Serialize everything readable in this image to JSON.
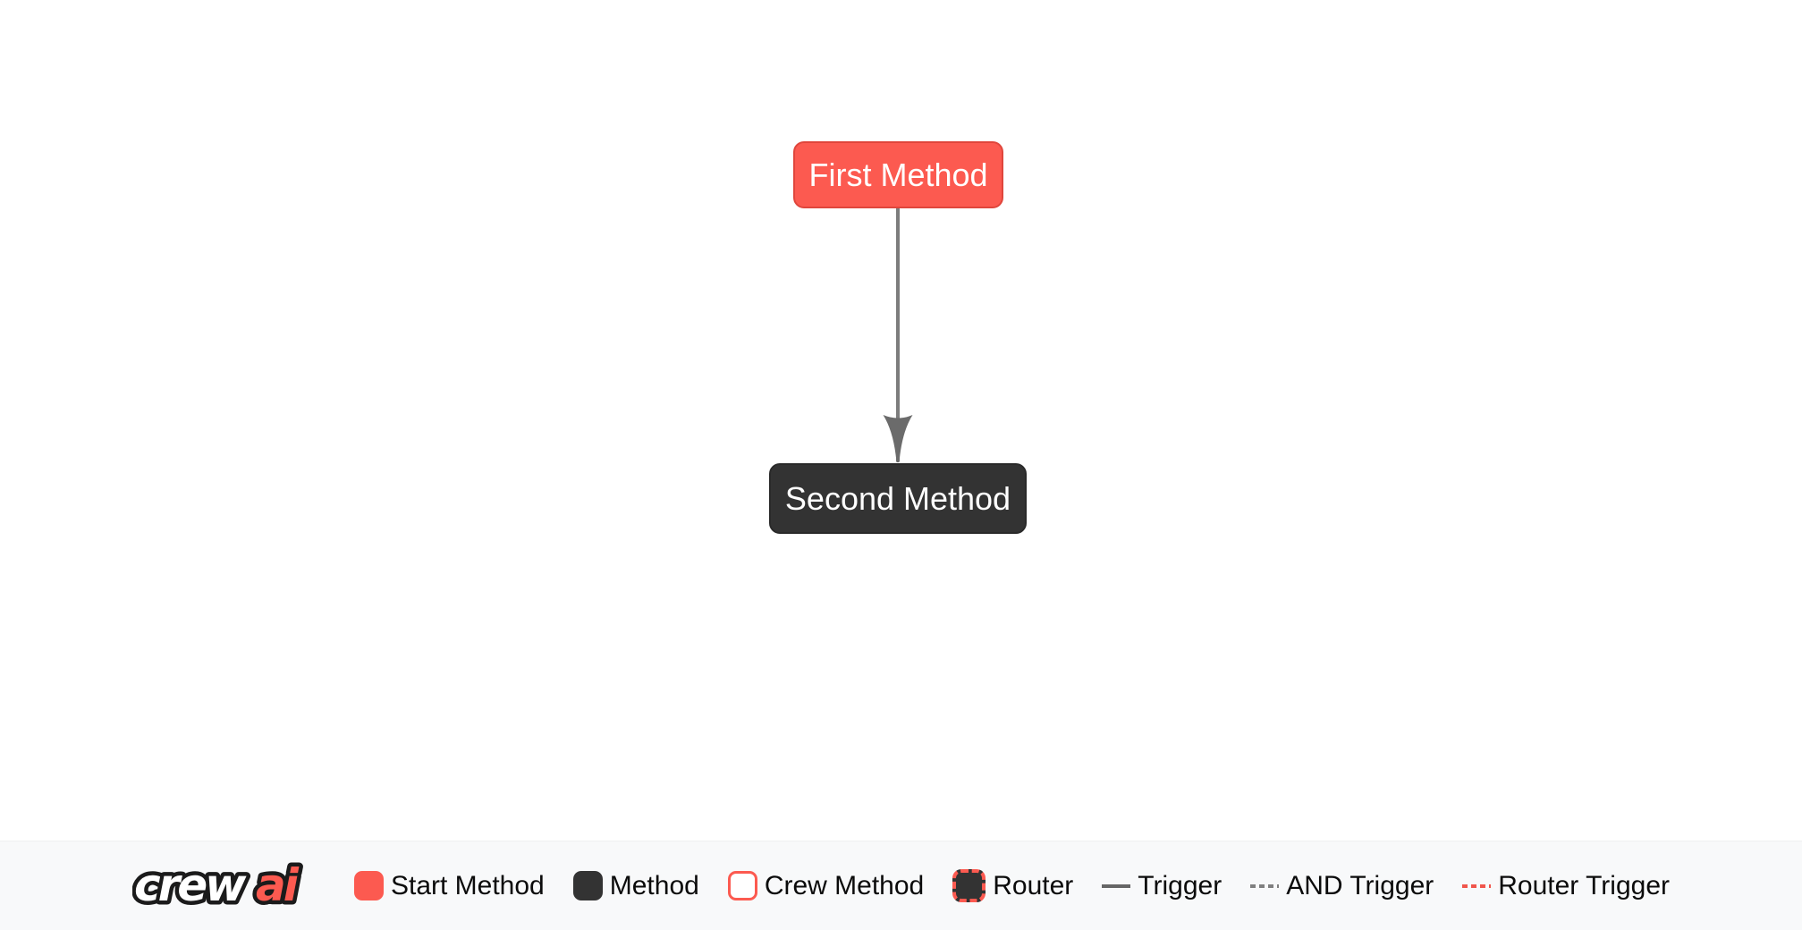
{
  "flow": {
    "nodes": [
      {
        "id": "first",
        "label": "First Method",
        "type": "start-method",
        "fill": "#FC5A50",
        "border": "#E0463C",
        "text_color": "#FFFFFF"
      },
      {
        "id": "second",
        "label": "Second Method",
        "type": "method",
        "fill": "#333333",
        "border": "#2A2A2A",
        "text_color": "#FFFFFF"
      }
    ],
    "edges": [
      {
        "from": "first",
        "to": "second",
        "type": "trigger",
        "line_color": "#7D7D7D",
        "arrow_color": "#6B6B6B"
      }
    ]
  },
  "legend": {
    "logo": {
      "part_crew": "crew",
      "part_ai": "ai",
      "crew_color": "#FFFFFF",
      "ai_color": "#FC5A50",
      "outline_color": "#1B1B1B"
    },
    "items": [
      {
        "label": "Start Method",
        "swatch": "start-method-swatch"
      },
      {
        "label": "Method",
        "swatch": "method-swatch"
      },
      {
        "label": "Crew Method",
        "swatch": "crew-method-swatch"
      },
      {
        "label": "Router",
        "swatch": "router-swatch"
      },
      {
        "label": "Trigger",
        "swatch": "trigger-line-swatch"
      },
      {
        "label": "AND Trigger",
        "swatch": "and-trigger-line-swatch"
      },
      {
        "label": "Router Trigger",
        "swatch": "router-trigger-line-swatch"
      }
    ],
    "colors": {
      "accent_red": "#FC5A50",
      "dark": "#333333",
      "trigger_gray": "#666666",
      "and_trigger_gray": "#808080",
      "router_trigger_red": "#F0564C",
      "bar_background": "#F8F9FA",
      "label_text": "#0B0B0B"
    }
  }
}
